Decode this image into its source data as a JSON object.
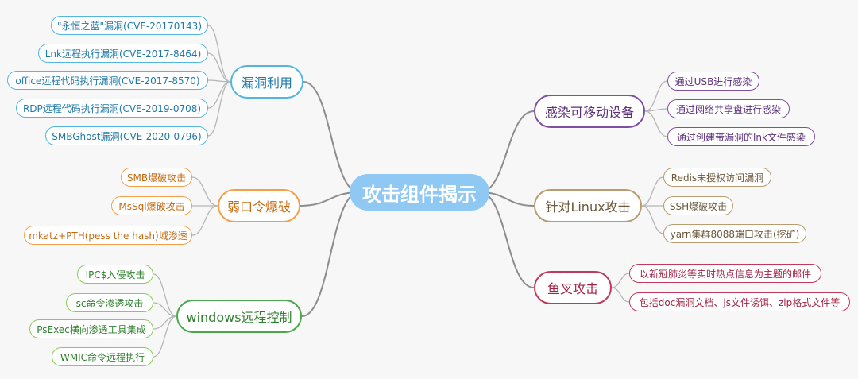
{
  "root": {
    "label": "攻击组件揭示"
  },
  "branches": {
    "exploit": {
      "label": "漏洞利用",
      "color": "#52b6df",
      "items": [
        "\"永恒之蓝\"漏洞(CVE-20170143)",
        "Lnk远程执行漏洞(CVE-2017-8464)",
        "office远程代码执行漏洞(CVE-2017-8570)",
        "RDP远程代码执行漏洞(CVE-2019-0708)",
        "SMBGhost漏洞(CVE-2020-0796)"
      ]
    },
    "weak": {
      "label": "弱口令爆破",
      "color": "#f2a14a",
      "items": [
        "SMB爆破攻击",
        "MsSql爆破攻击",
        "mkatz+PTH(pess the hash)域渗透"
      ]
    },
    "windows": {
      "label": "windows远程控制",
      "color": "#8acb58",
      "items": [
        "IPC$入侵攻击",
        "sc命令渗透攻击",
        "PsExec横向渗透工具集成",
        "WMIC命令远程执行"
      ]
    },
    "usb": {
      "label": "感染可移动设备",
      "color": "#7f4f9f",
      "items": [
        "通过USB进行感染",
        "通过网络共享盘进行感染",
        "通过创建带漏洞的lnk文件感染"
      ]
    },
    "linux": {
      "label": "针对Linux攻击",
      "color": "#b89b6f",
      "items": [
        "Redis未授权访问漏洞",
        "SSH爆破攻击",
        "yarn集群8088端口攻击(挖矿)"
      ]
    },
    "phish": {
      "label": "鱼叉攻击",
      "color": "#c0395a",
      "items": [
        "以新冠肺炎等实时热点信息为主题的邮件",
        "包括doc漏洞文档、js文件诱饵、zip格式文件等"
      ]
    }
  }
}
